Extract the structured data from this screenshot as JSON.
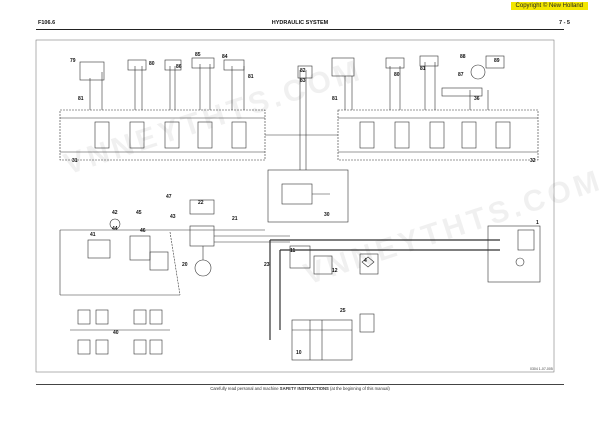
{
  "copyright": "Copyright © New Holland",
  "header": {
    "model": "F106.6",
    "title": "HYDRAULIC SYSTEM",
    "page": "7 - 5"
  },
  "footer": {
    "prefix": "Carefully read personal and machine ",
    "emphasis": "SAFETY INSTRUCTIONS",
    "suffix": " (at the beginning of this manual)"
  },
  "drawing_code": "0304 1-07-005",
  "watermark": "VNNEYTHTS.COM",
  "callouts": {
    "c79": "79",
    "c81a": "81",
    "c80": "80",
    "c86": "86",
    "c85": "85",
    "c84": "84",
    "c81b": "81",
    "c82": "82",
    "c83": "83",
    "c81c": "81",
    "c80b": "80",
    "c81d": "81",
    "c88": "88",
    "c87": "87",
    "c89": "89",
    "c36": "36",
    "c31": "31",
    "c32": "32",
    "c30": "30",
    "c47": "47",
    "c42": "42",
    "c44": "44",
    "c45": "45",
    "c43": "43",
    "c46": "46",
    "c22": "22",
    "c21": "21",
    "c41": "41",
    "c20": "20",
    "c23": "23",
    "c11": "11",
    "c12": "12",
    "c4": "4",
    "c1": "1",
    "c40": "40",
    "c25": "25",
    "c10": "10"
  }
}
